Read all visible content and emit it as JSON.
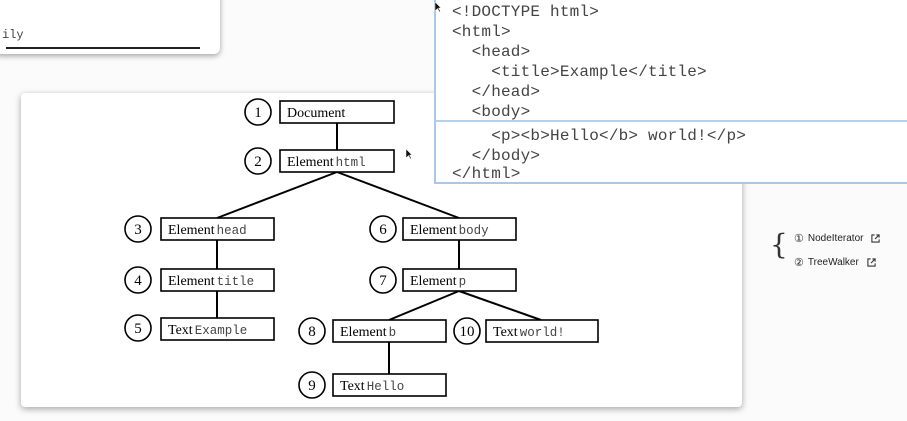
{
  "snippet": {
    "text": "ily"
  },
  "code": [
    "<!DOCTYPE html>",
    "<html>",
    "  <head>",
    "    <title>Example</title>",
    "  </head>",
    "  <body>",
    "    <p><b>Hello</b> world!</p>",
    "  </body>",
    "</html>"
  ],
  "tree": {
    "nodes": [
      {
        "num": "1",
        "kind": "Document",
        "name": ""
      },
      {
        "num": "2",
        "kind": "Element",
        "name": "html"
      },
      {
        "num": "3",
        "kind": "Element",
        "name": "head"
      },
      {
        "num": "4",
        "kind": "Element",
        "name": "title"
      },
      {
        "num": "5",
        "kind": "Text",
        "name": "Example"
      },
      {
        "num": "6",
        "kind": "Element",
        "name": "body"
      },
      {
        "num": "7",
        "kind": "Element",
        "name": "p"
      },
      {
        "num": "8",
        "kind": "Element",
        "name": "b"
      },
      {
        "num": "9",
        "kind": "Text",
        "name": "Hello"
      },
      {
        "num": "10",
        "kind": "Text",
        "name": "world!"
      }
    ]
  },
  "links": [
    {
      "marker": "①",
      "label": "NodeIterator",
      "icon": "external-link-icon"
    },
    {
      "marker": "②",
      "label": "TreeWalker",
      "icon": "external-link-icon"
    }
  ],
  "brace": "{"
}
